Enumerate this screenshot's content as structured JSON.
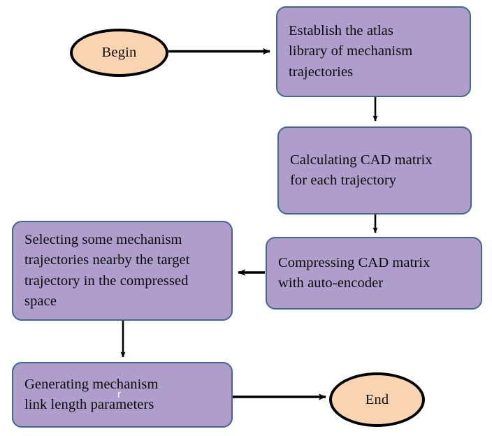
{
  "diagram": {
    "title": "Mechanism trajectory synthesis flowchart",
    "colors": {
      "process_fill": "#af9dcc",
      "process_border": "#41688c",
      "terminator_fill": "#f8d5b0",
      "terminator_border": "#000000",
      "connector": "#000000",
      "text": "#0a0a0a",
      "background": "#ffffff"
    },
    "nodes": {
      "begin": {
        "label": "Begin",
        "shape": "ellipse"
      },
      "establish_atlas": {
        "label": "Establish the atlas\nlibrary  of mechanism\ntrajectories",
        "shape": "rounded-rectangle"
      },
      "calculating_cad": {
        "label": "Calculating CAD matrix\nfor each trajectory",
        "shape": "rounded-rectangle"
      },
      "compressing_cad": {
        "label": "Compressing CAD matrix\nwith auto-encoder",
        "shape": "rounded-rectangle"
      },
      "selecting_trajectories": {
        "label": "Selecting some mechanism\ntrajectories nearby the target\ntrajectory in the compressed\nspace",
        "shape": "rounded-rectangle"
      },
      "generating_parameters": {
        "label": "Generating mechanism\nlink length parameters",
        "shape": "rounded-rectangle"
      },
      "end": {
        "label": "End",
        "shape": "ellipse"
      }
    },
    "artifacts": {
      "stray_char": "r"
    },
    "edges": [
      {
        "name": "begin-to-establish",
        "from": "begin",
        "to": "establish_atlas",
        "direction": "right"
      },
      {
        "name": "establish-to-calculating",
        "from": "establish_atlas",
        "to": "calculating_cad",
        "direction": "down"
      },
      {
        "name": "calculating-to-compressing",
        "from": "calculating_cad",
        "to": "compressing_cad",
        "direction": "down"
      },
      {
        "name": "compressing-to-selecting",
        "from": "compressing_cad",
        "to": "selecting_trajectories",
        "direction": "left"
      },
      {
        "name": "selecting-to-generating",
        "from": "selecting_trajectories",
        "to": "generating_parameters",
        "direction": "down"
      },
      {
        "name": "generating-to-end",
        "from": "generating_parameters",
        "to": "end",
        "direction": "right"
      }
    ]
  }
}
